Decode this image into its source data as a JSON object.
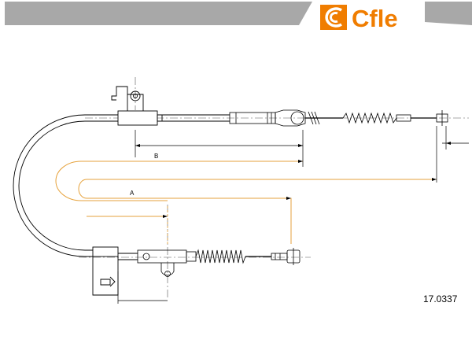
{
  "brand": {
    "name": "Cfle",
    "color": "#f07d00",
    "banner_color": "#a8a8a8"
  },
  "drawing": {
    "part_number": "17.0337",
    "dimensions": {
      "b_label": "B",
      "a_label": "A"
    },
    "colors": {
      "cable": "#000000",
      "dimension_line": "#e6a23c"
    }
  }
}
